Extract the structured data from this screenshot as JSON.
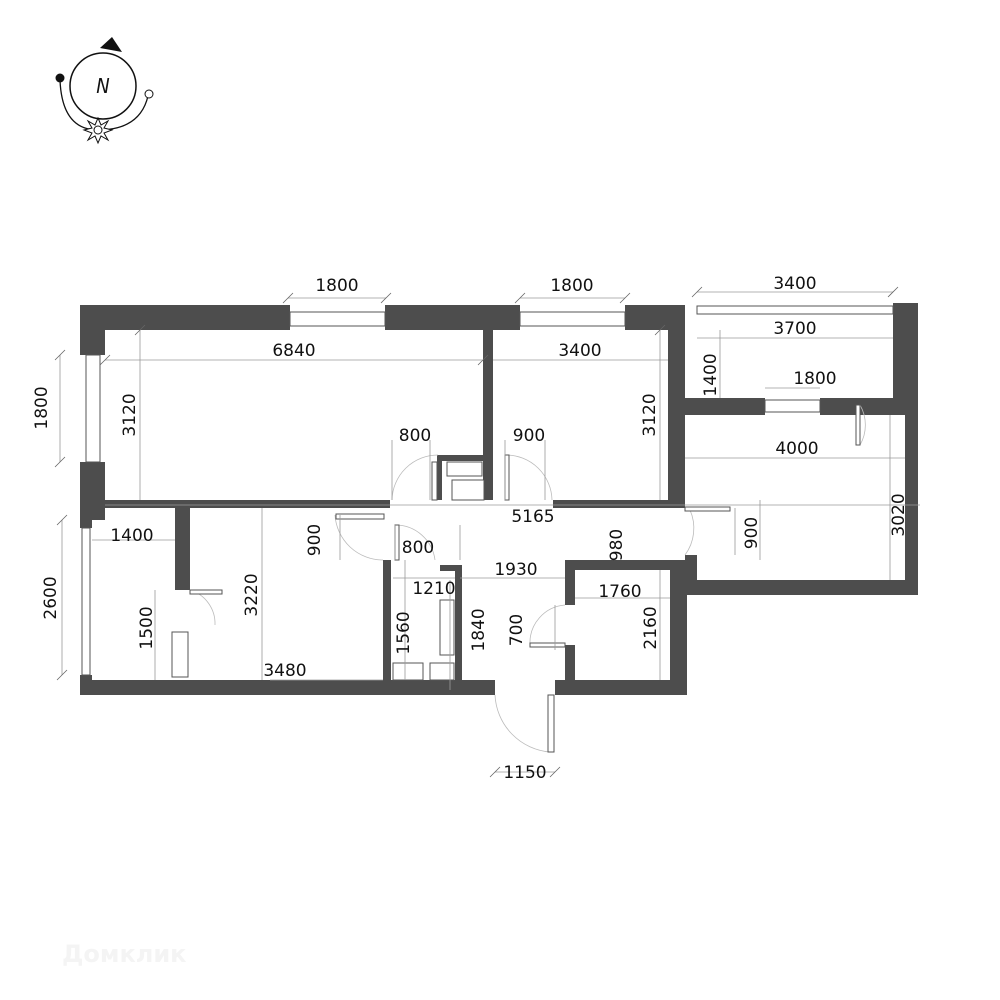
{
  "compass": {
    "label": "N"
  },
  "watermark": {
    "text": "Домклик"
  },
  "dimensions": {
    "bed1_window": "1800",
    "bed1_width": "6840",
    "bed1_depth": "3120",
    "bed1_left_window": "1800",
    "bed2_window": "1800",
    "bed2_width": "3400",
    "bed2_depth": "3120",
    "balcony_glazing": "3400",
    "balcony_width": "3700",
    "balcony_depth": "1400",
    "balcony_door": "1800",
    "living_width": "4000",
    "living_depth": "3020",
    "door_bed1": "800",
    "door_bed2": "900",
    "corridor_length": "5165",
    "door_living": "900",
    "corridor_width": "980",
    "door_room3": "900",
    "door_bath": "800",
    "hall_width": "1930",
    "room_left_width": "1400",
    "room_left_depth": "2600",
    "room_left_door": "1500",
    "room3_depth": "3220",
    "room3_width": "3480",
    "bath_width": "1210",
    "bath_depth": "1560",
    "hall_depth": "1840",
    "door_storage": "700",
    "storage_width": "1760",
    "storage_depth": "2160",
    "entry_door": "1150"
  }
}
